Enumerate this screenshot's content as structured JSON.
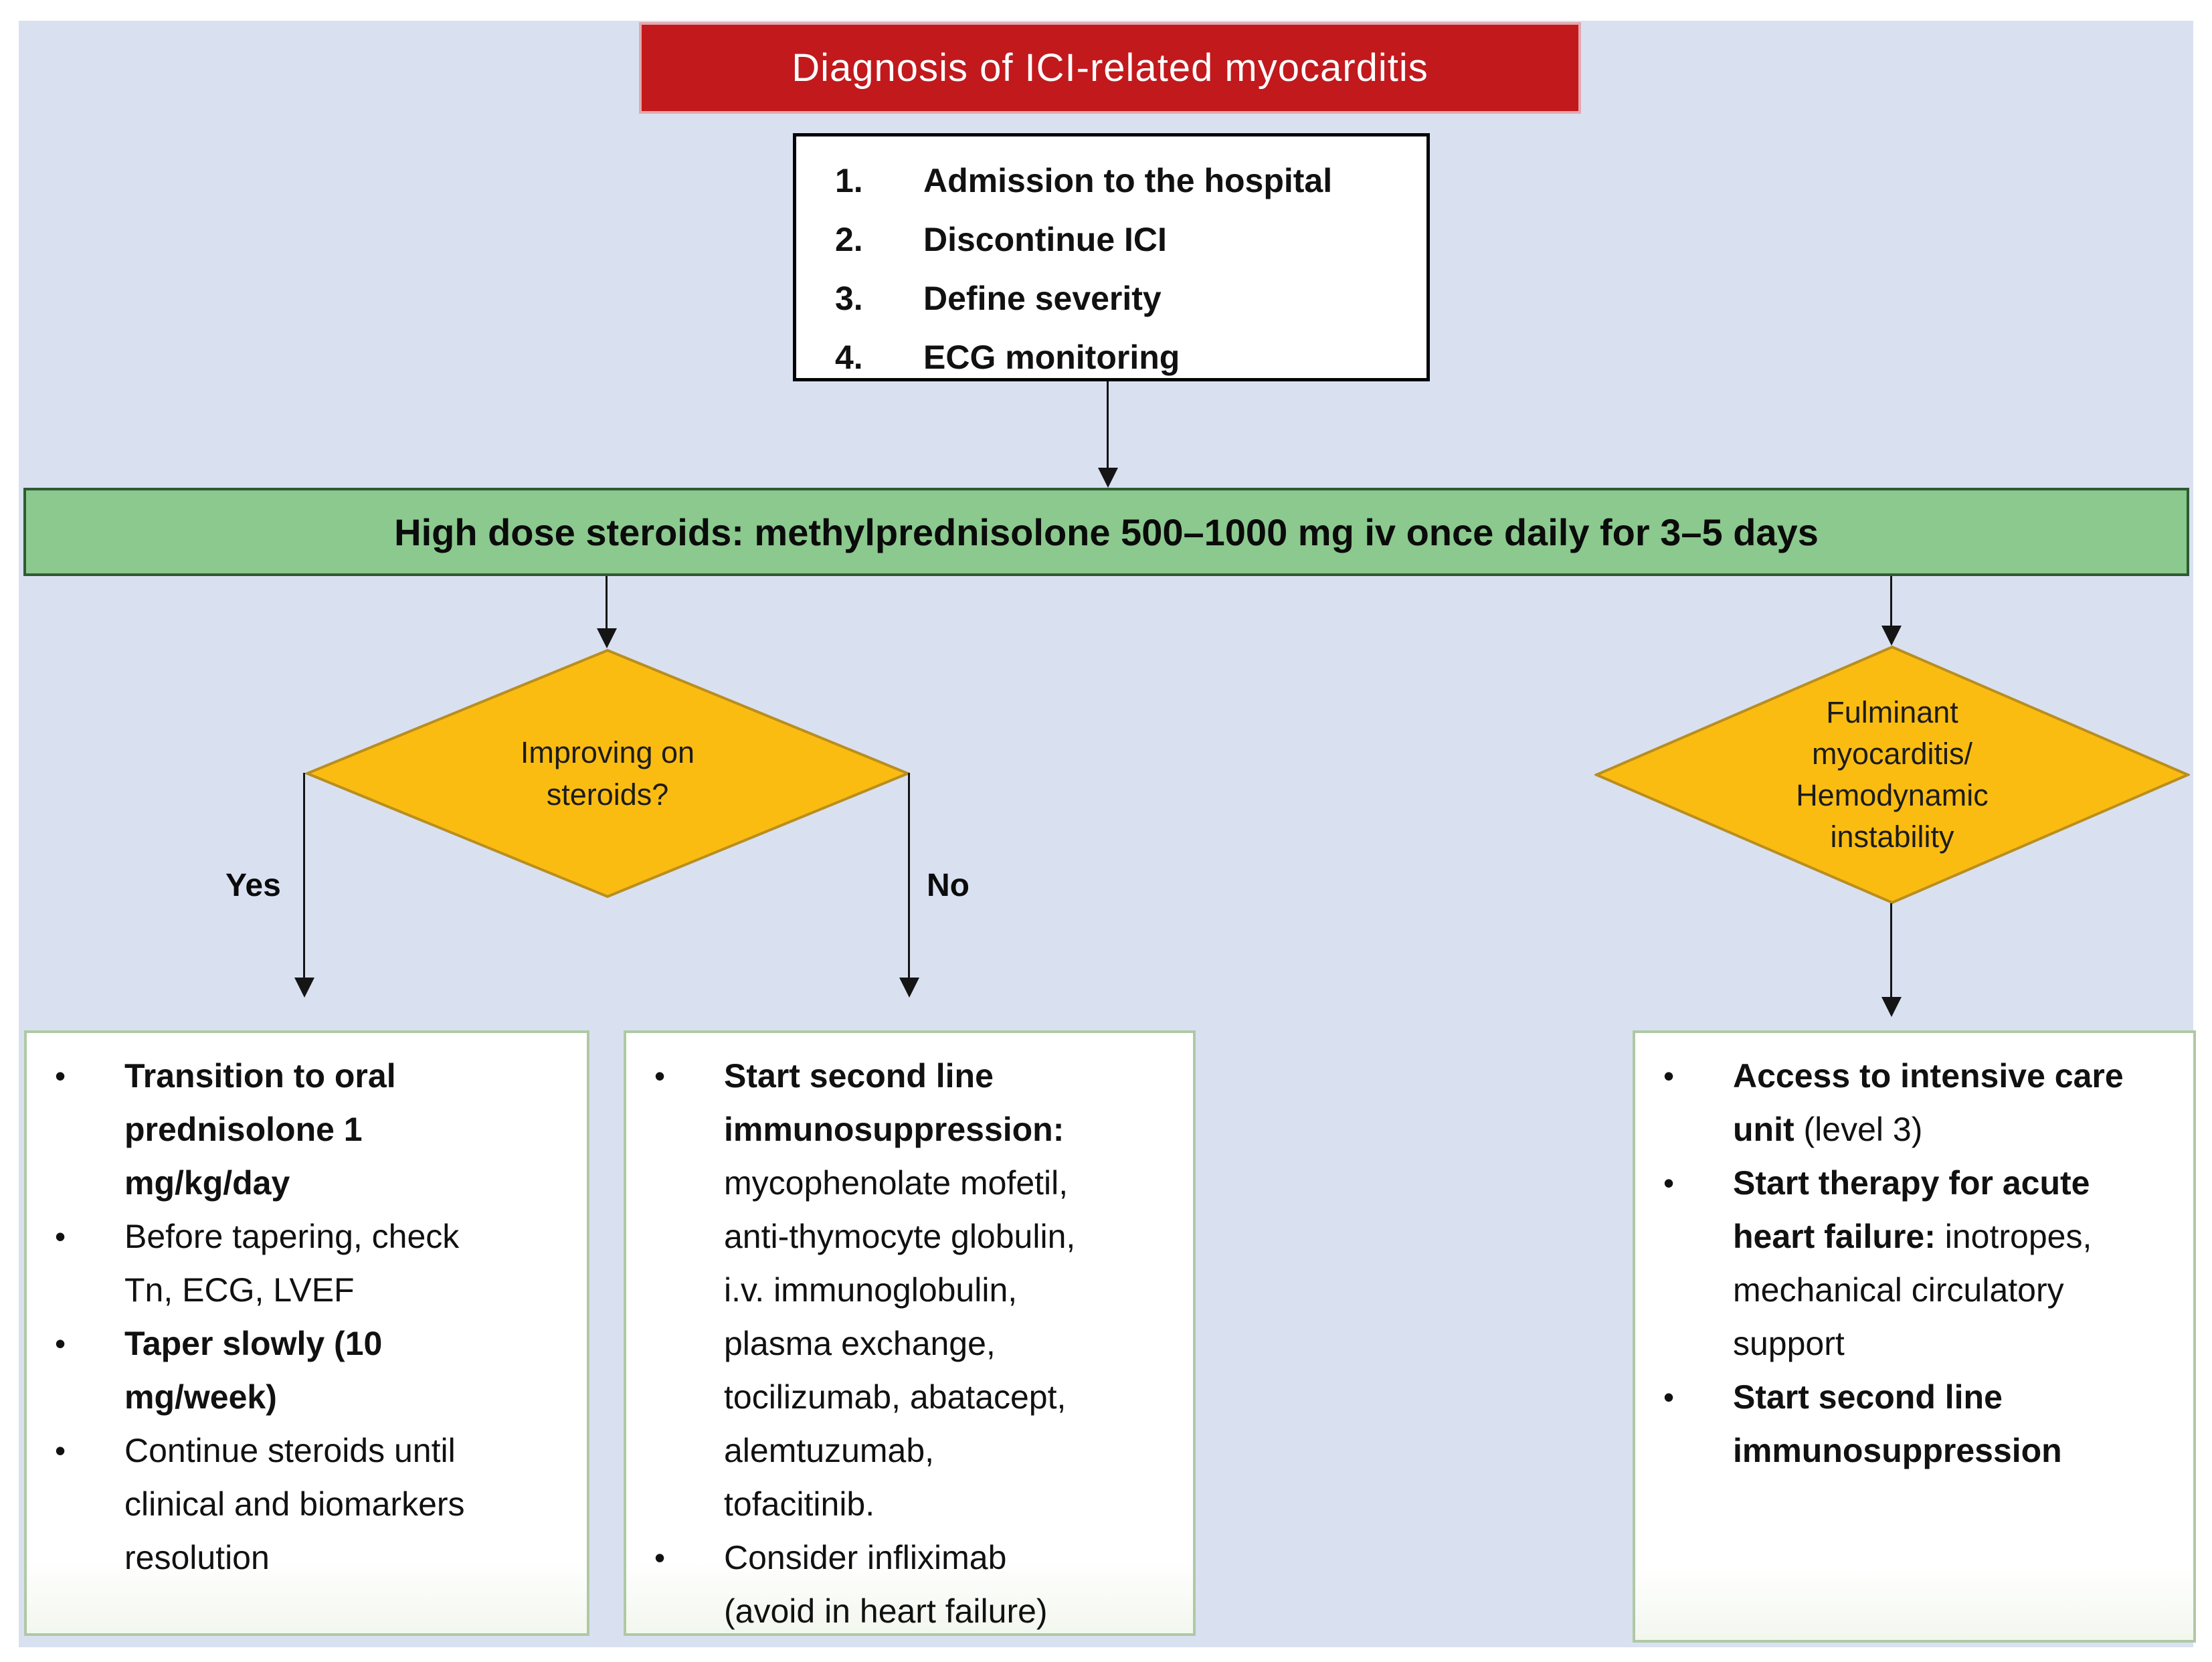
{
  "glyphs": {
    "bullet": "•"
  },
  "colors": {
    "panel_bg": "#D9E1F1",
    "banner_red": "#C2191D",
    "banner_border": "#E2A9AD",
    "steroids_green": "#8BC98E",
    "steroids_border": "#2E5B33",
    "diamond_gold": "#FBBC12",
    "diamond_border": "#B98E20",
    "outcome_box_border": "#AFC9A3",
    "arrow": "#151515"
  },
  "banner": {
    "title": "Diagnosis of ICI-related myocarditis"
  },
  "initial_steps": {
    "items": [
      {
        "num": "1.",
        "label": "Admission to the hospital"
      },
      {
        "num": "2.",
        "label": "Discontinue ICI"
      },
      {
        "num": "3.",
        "label": "Define severity"
      },
      {
        "num": "4.",
        "label": "ECG monitoring"
      }
    ]
  },
  "steroids_bar": {
    "label": "High dose steroids: methylprednisolone 500–1000 mg iv once daily for 3–5 days"
  },
  "improving_decision": {
    "question": "Improving on\nsteroids?",
    "yes_label": "Yes",
    "no_label": "No"
  },
  "fulminant_decision": {
    "label": "Fulminant\nmyocarditis/\nHemodynamic\ninstability"
  },
  "improving_yes_box": {
    "bullets": [
      {
        "bold": "Transition to oral\nprednisolone 1\nmg/kg/day",
        "rest": ""
      },
      {
        "bold": "",
        "rest": "Before tapering, check\nTn, ECG, LVEF"
      },
      {
        "bold": "Taper slowly (10\nmg/week)",
        "rest": ""
      },
      {
        "bold": "",
        "rest": "Continue steroids until\nclinical and biomarkers\nresolution"
      }
    ]
  },
  "improving_no_box": {
    "bullets": [
      {
        "bold": "Start second line\nimmunosuppression:",
        "rest": "\nmycophenolate mofetil,\nanti-thymocyte globulin,\ni.v. immunoglobulin,\nplasma exchange,\ntocilizumab, abatacept,\nalemtuzumab,\ntofacitinib."
      },
      {
        "bold": "",
        "rest": "Consider infliximab\n(avoid in heart failure)"
      }
    ]
  },
  "fulminant_box": {
    "bullets": [
      {
        "bold": "Access to intensive care\nunit",
        "rest": " (level 3)"
      },
      {
        "bold": "Start therapy for acute\nheart failure:",
        "rest": " inotropes,\nmechanical circulatory\nsupport"
      },
      {
        "bold": "Start second line\nimmunosuppression",
        "rest": ""
      }
    ]
  }
}
